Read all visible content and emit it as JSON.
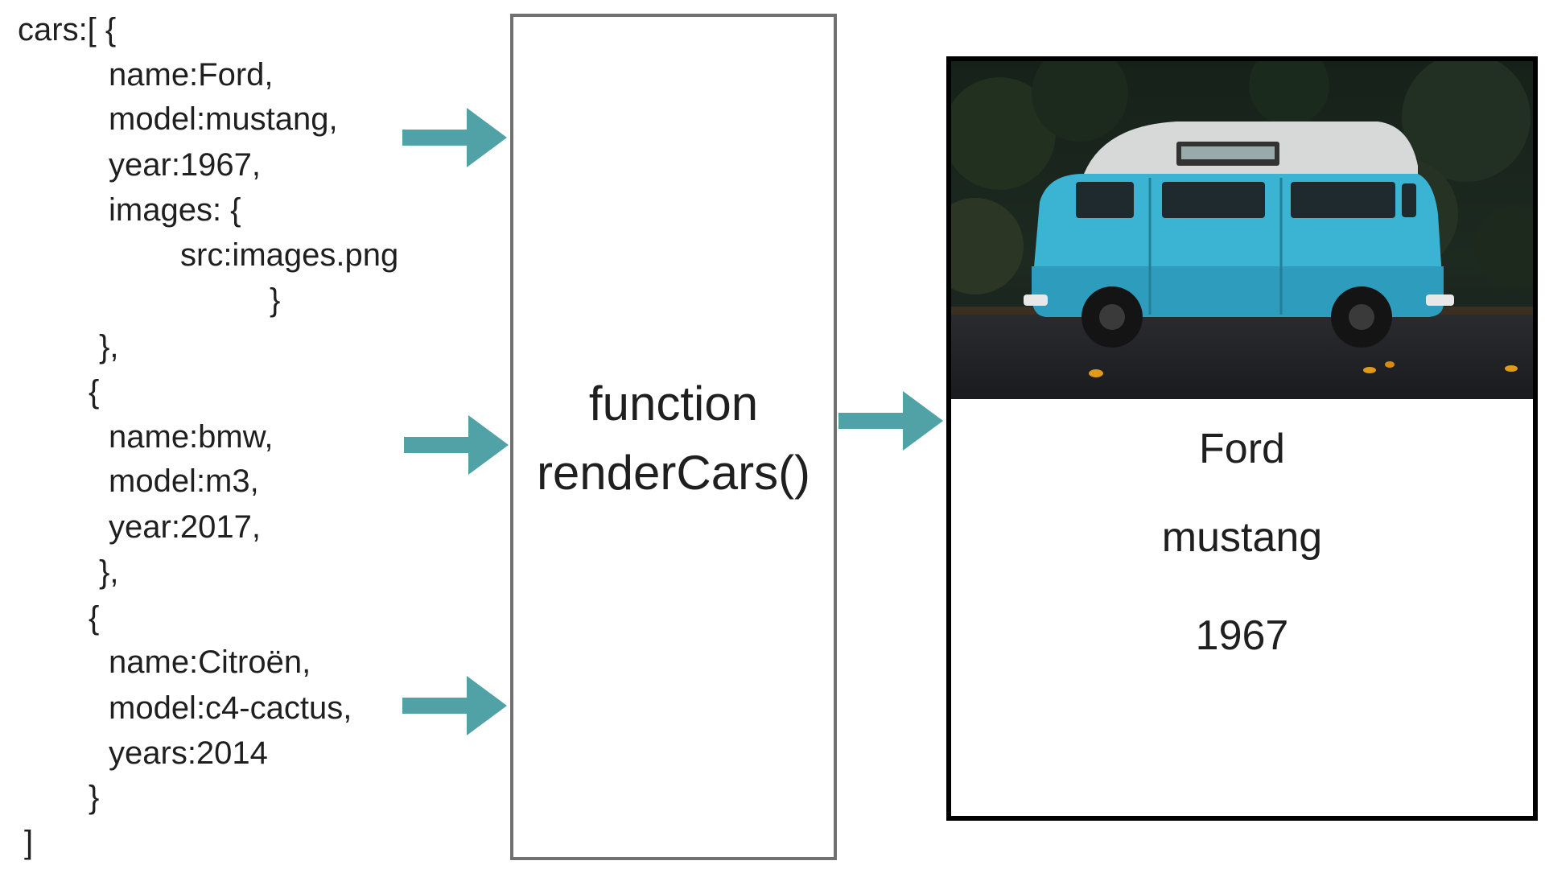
{
  "code": {
    "line1": "cars:[ {",
    "line2": "name:Ford,",
    "line3": "model:mustang,",
    "line4": "year:1967,",
    "line5": "images: {",
    "line6": "src:images.png",
    "line7": "}",
    "line8": "},",
    "line9": "{",
    "line10": "name:bmw,",
    "line11": "model:m3,",
    "line12": "year:2017,",
    "line13": "},",
    "line14": "{",
    "line15": "name:Citroën,",
    "line16": "model:c4-cactus,",
    "line17": "years:2014",
    "line18": "}",
    "line19": "]"
  },
  "function_box": {
    "line1": "function",
    "line2": "renderCars()"
  },
  "card": {
    "image_icon": "campervan-photo",
    "name": "Ford",
    "model": "mustang",
    "year": "1967"
  },
  "colors": {
    "arrow": "#50A2A7",
    "box_border": "#707070",
    "card_border": "#000000",
    "van_body": "#3BB3D3"
  }
}
